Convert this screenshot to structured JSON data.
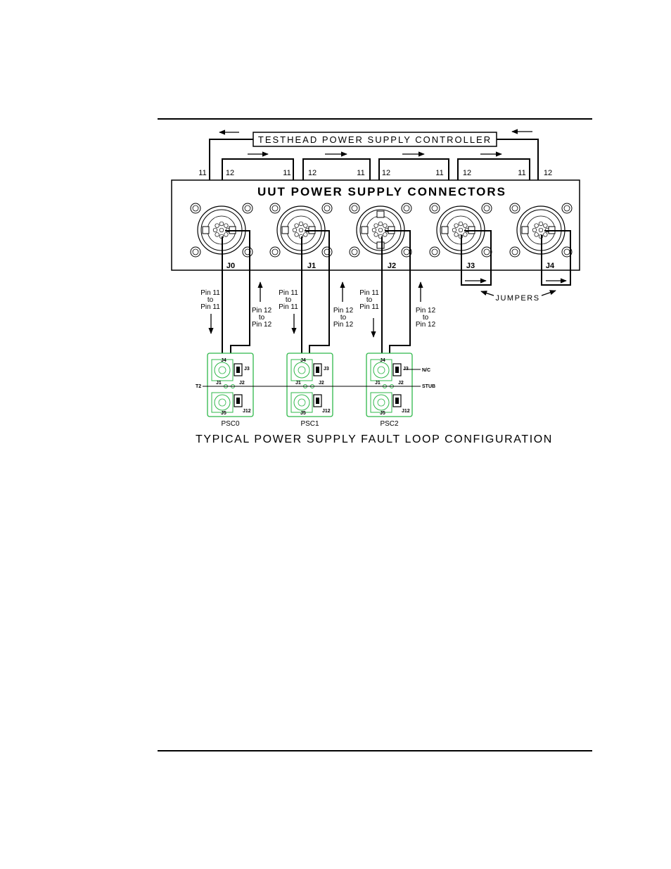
{
  "controller": {
    "title": "TESTHEAD POWER SUPPLY CONTROLLER"
  },
  "pin_labels_top": [
    "11",
    "12",
    "11",
    "12",
    "11",
    "12",
    "11",
    "12",
    "11",
    "12"
  ],
  "panel": {
    "title": "UUT POWER SUPPLY CONNECTORS",
    "connectors": [
      "J0",
      "J1",
      "J2",
      "J3",
      "J4"
    ]
  },
  "loop_notes": {
    "pin11_line1": "Pin 11",
    "pin11_line2": "to",
    "pin11_line3": "Pin 11",
    "pin12_line1": "Pin 12",
    "pin12_line2": "to",
    "pin12_line3": "Pin 12"
  },
  "jumpers_label": "JUMPERS",
  "boards": [
    {
      "name": "PSC0",
      "j4": "J4",
      "j3": "J3",
      "j1": "J1",
      "j2": "J2",
      "j5": "J5",
      "j12": "J12"
    },
    {
      "name": "PSC1",
      "j4": "J4",
      "j3": "J3",
      "j1": "J1",
      "j2": "J2",
      "j5": "J5",
      "j12": "J12"
    },
    {
      "name": "PSC2",
      "j4": "J4",
      "j3": "J3",
      "j1": "J1",
      "j2": "J2",
      "j5": "J5",
      "j12": "J12"
    }
  ],
  "side_labels": {
    "left": "T2",
    "nc": "N/C",
    "stub": "STUB"
  },
  "caption": "TYPICAL POWER SUPPLY FAULT LOOP CONFIGURATION",
  "colors": {
    "board_outline": "#2fb84a",
    "ink": "#000000"
  }
}
